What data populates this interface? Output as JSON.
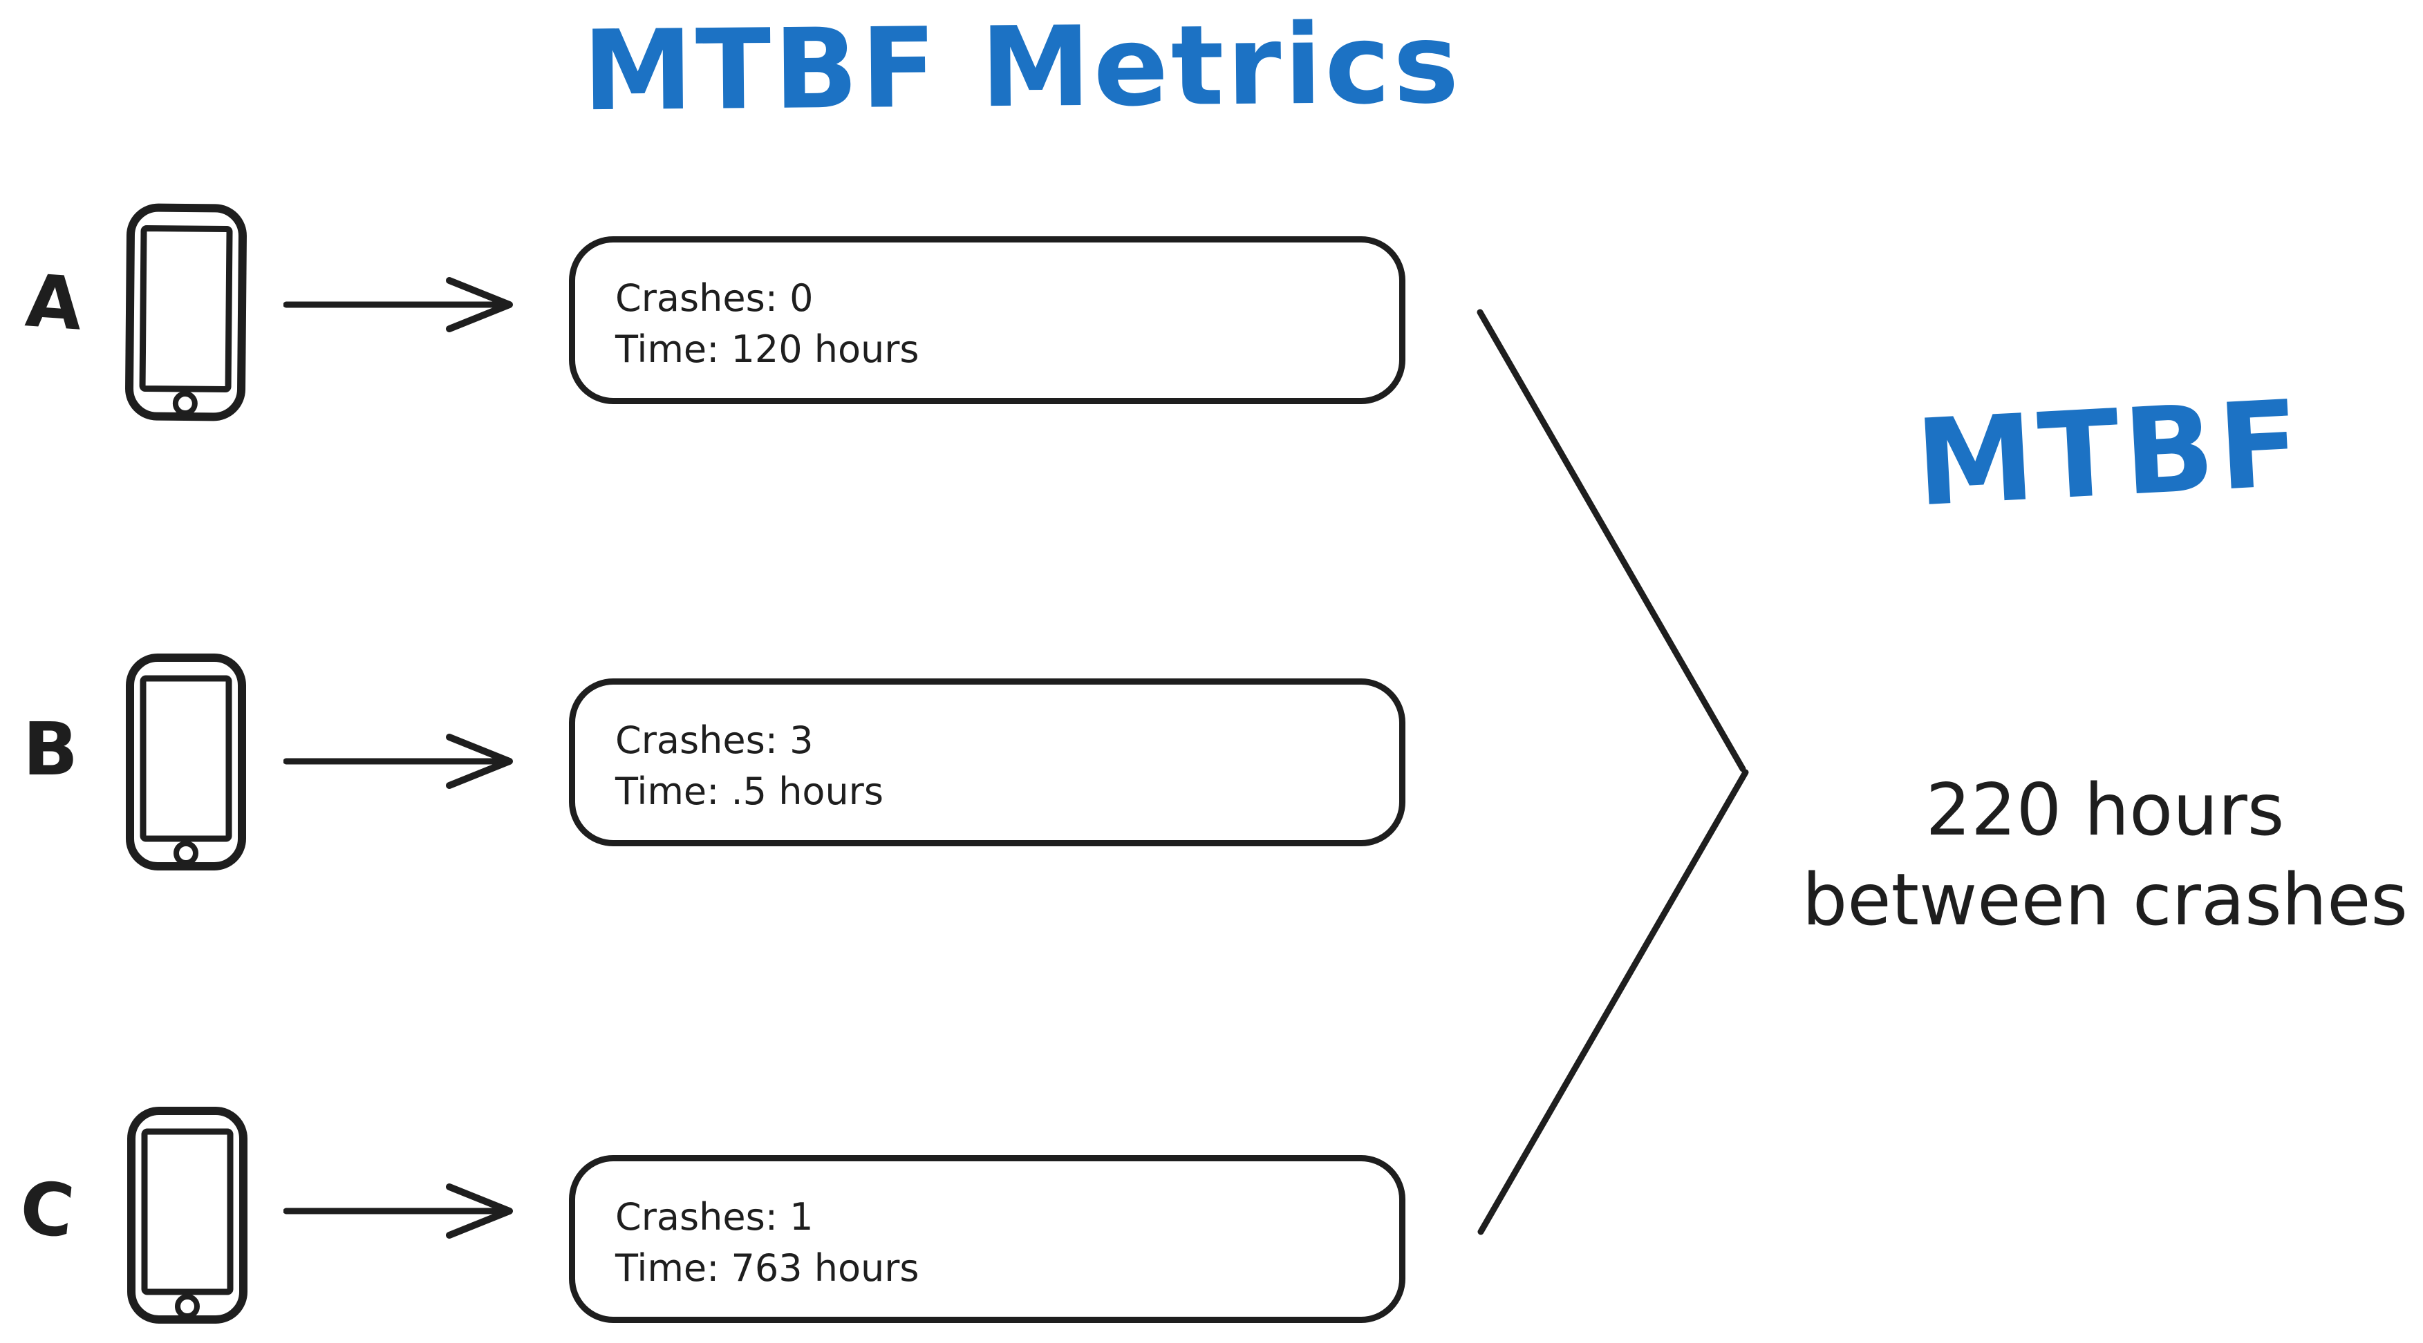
{
  "title": "MTBF Metrics",
  "colors": {
    "accent_blue": "#1c72c4",
    "ink": "#1e1e1e",
    "background": "#ffffff"
  },
  "devices": [
    {
      "label": "A",
      "icon": "smartphone-icon",
      "metrics": {
        "crashes": "Crashes: 0",
        "time": "Time: 120 hours"
      }
    },
    {
      "label": "B",
      "icon": "smartphone-icon",
      "metrics": {
        "crashes": "Crashes: 3",
        "time": "Time: .5 hours"
      }
    },
    {
      "label": "C",
      "icon": "smartphone-icon",
      "metrics": {
        "crashes": "Crashes: 1",
        "time": "Time: 763 hours"
      }
    }
  ],
  "result": {
    "heading": "MTBF",
    "line1": "220 hours",
    "line2": "between crashes"
  }
}
